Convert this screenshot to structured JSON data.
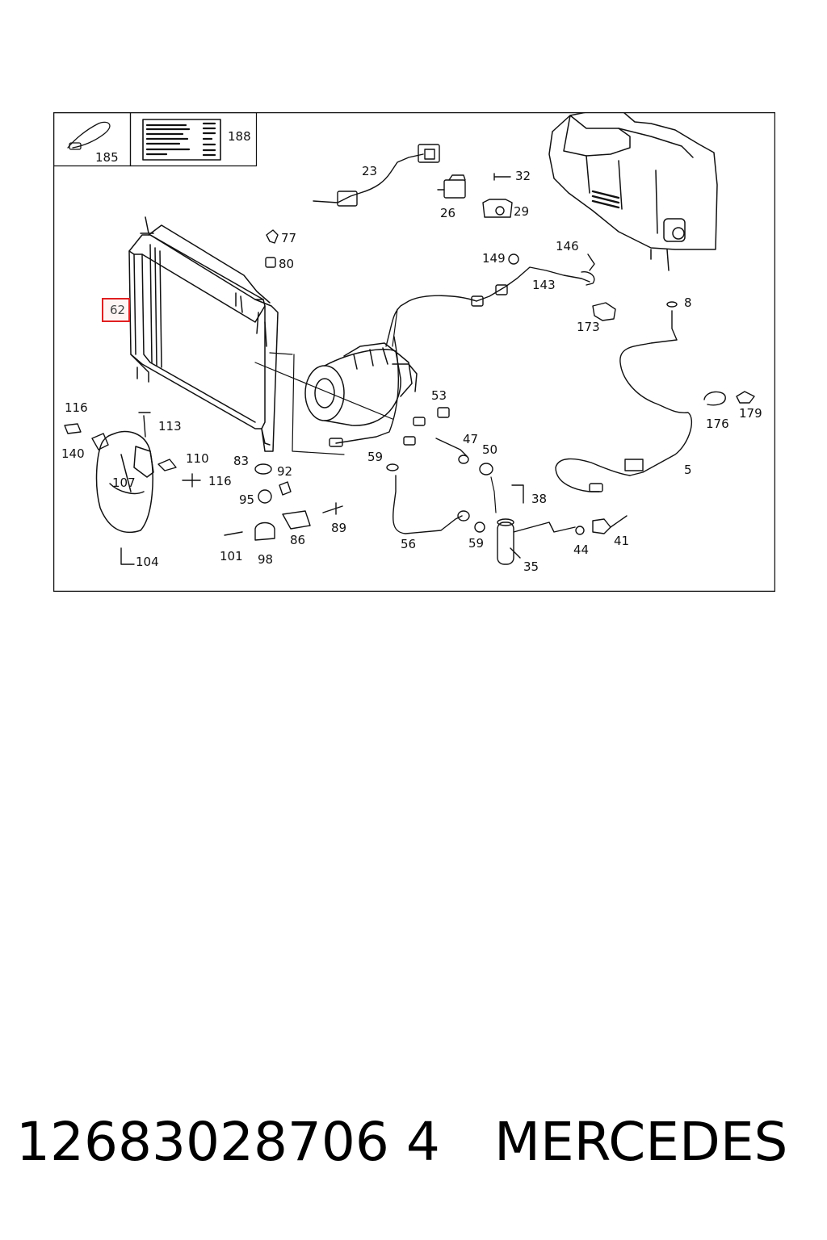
{
  "diagram": {
    "highlighted_part": "62",
    "labels": {
      "l185": "185",
      "l188": "188",
      "l23": "23",
      "l32": "32",
      "l26": "26",
      "l29": "29",
      "l77": "77",
      "l80": "80",
      "l62": "62",
      "l149": "149",
      "l146": "146",
      "l143": "143",
      "l8": "8",
      "l173": "173",
      "l53": "53",
      "l47": "47",
      "l50": "50",
      "l59a": "59",
      "l176": "176",
      "l179": "179",
      "l5": "5",
      "l116a": "116",
      "l113": "113",
      "l140": "140",
      "l110": "110",
      "l116b": "116",
      "l107": "107",
      "l83": "83",
      "l92": "92",
      "l95": "95",
      "l38": "38",
      "l89": "89",
      "l86": "86",
      "l56": "56",
      "l59b": "59",
      "l44": "44",
      "l41": "41",
      "l101": "101",
      "l98": "98",
      "l104": "104",
      "l35": "35"
    }
  },
  "caption": {
    "part_number": "12683028706 4",
    "brand": "MERCEDES"
  }
}
